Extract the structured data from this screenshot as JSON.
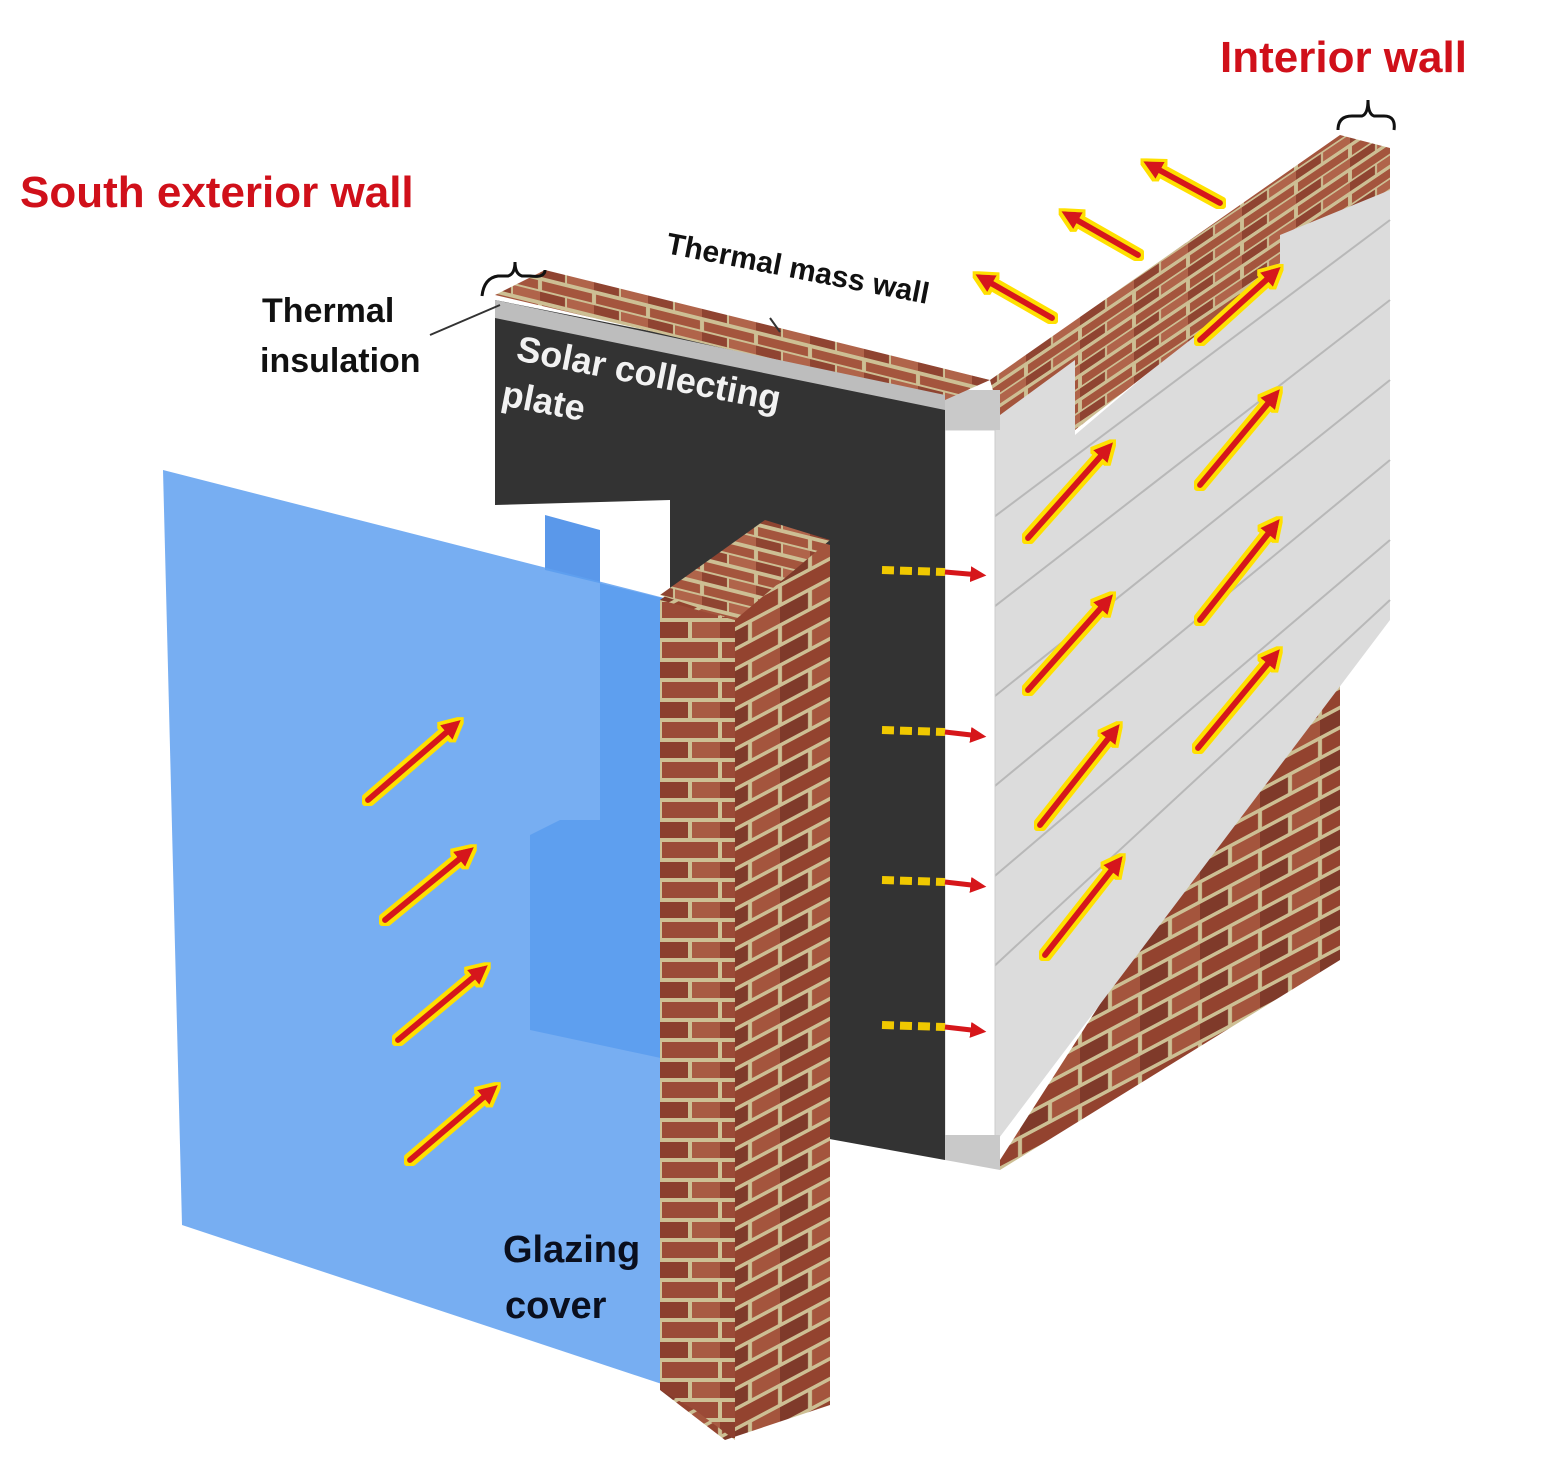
{
  "labels": {
    "interior_wall": "Interior wall",
    "south_exterior_wall": "South exterior wall",
    "thermal_mass_wall": "Thermal mass wall",
    "thermal_insulation_line1": "Thermal",
    "thermal_insulation_line2": "insulation",
    "solar_plate_line1": "Solar collecting",
    "solar_plate_line2": "plate",
    "glazing_line1": "Glazing",
    "glazing_line2": "cover"
  },
  "colors": {
    "label_red": "#d0101a",
    "brick": "#9b4a37",
    "brick_mortar": "#cdbf94",
    "solar_plate": "#333333",
    "glazing": "#5fa0f0",
    "glazing_dark": "#3d86e6",
    "insulation": "#ffffff",
    "interior_face": "#dcdcdc",
    "arrow_fill": "#d6161a",
    "arrow_glow": "#ffe000"
  },
  "icons": {
    "heat_flow": "arrow-glow-icon",
    "conduction": "dashed-arrow-icon",
    "bracket": "curly-brace-icon"
  }
}
